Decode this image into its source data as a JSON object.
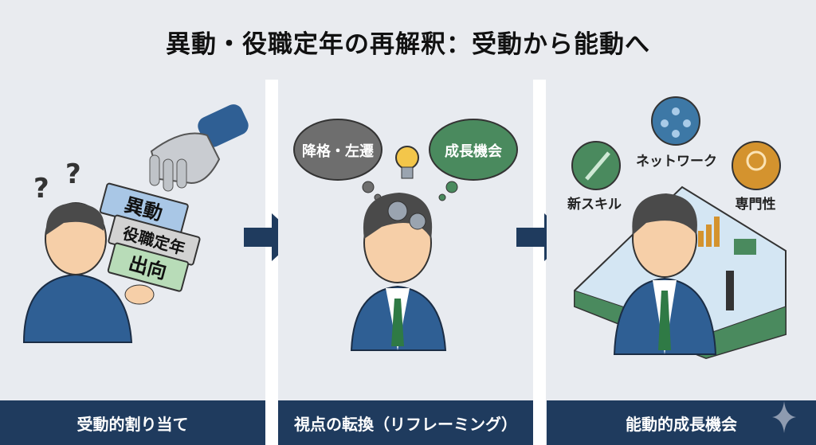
{
  "title": "異動・役職定年の再解釈：受動から能動へ",
  "panels": [
    {
      "caption": "受動的割り当て",
      "cards": [
        "異動",
        "役職定年",
        "出向"
      ],
      "marks": [
        "?",
        "?"
      ]
    },
    {
      "caption": "視点の転換（リフレーミング）",
      "bubble_negative": "降格・左遷",
      "bubble_positive": "成長機会"
    },
    {
      "caption": "能動的成長機会",
      "icons": [
        {
          "label": "新スキル",
          "icon": "paintbrush-gear-icon"
        },
        {
          "label": "ネットワーク",
          "icon": "network-icon"
        },
        {
          "label": "専門性",
          "icon": "award-ribbon-icon"
        }
      ]
    }
  ],
  "colors": {
    "navy": "#1f3b5e",
    "green": "#4a8a5e",
    "gray": "#6e6e6e",
    "blue": "#3d78a6",
    "orange": "#d4932e"
  }
}
